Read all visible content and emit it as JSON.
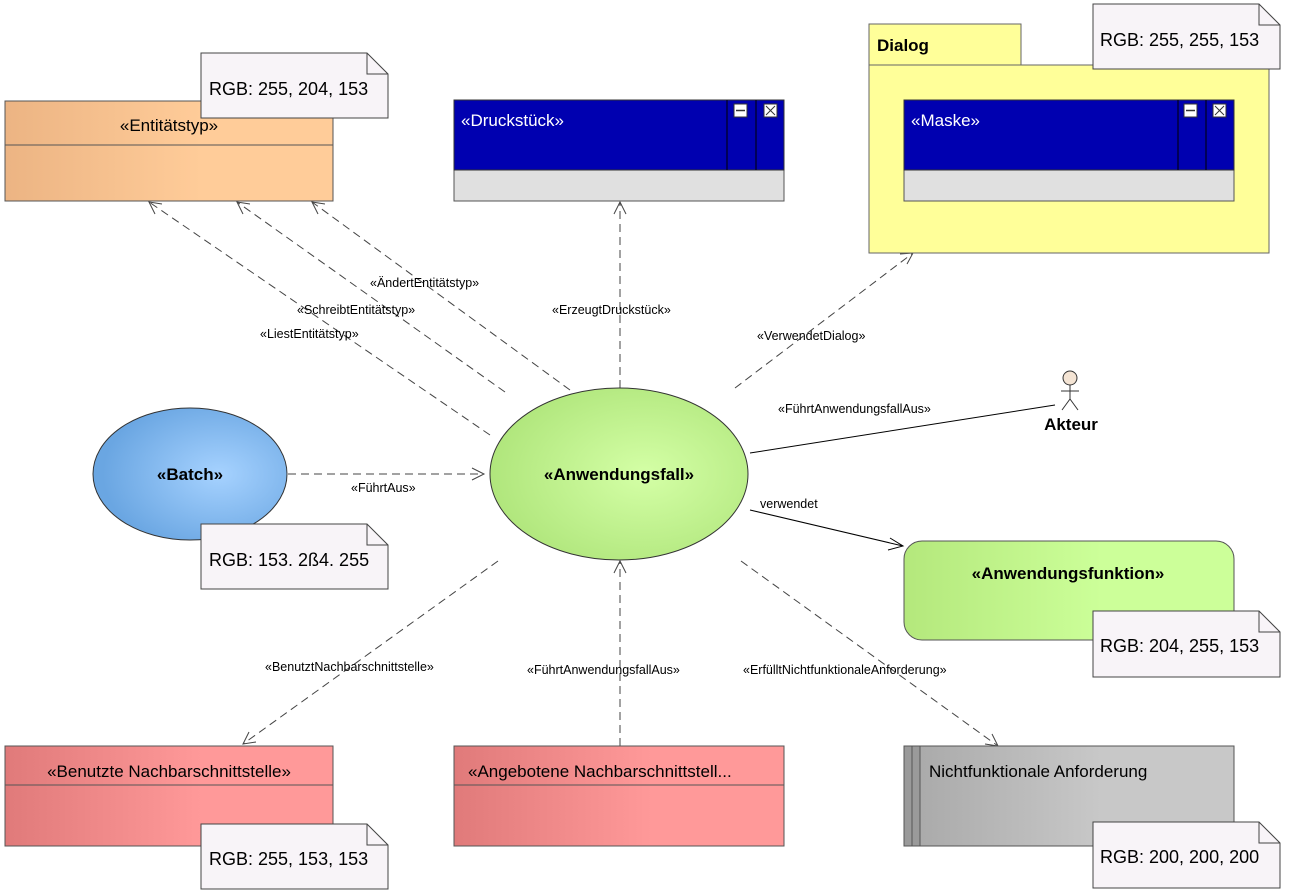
{
  "nodes": {
    "entitaetstyp": {
      "stereotype": "«Entitätstyp»"
    },
    "druckstueck": {
      "stereotype": "«Druckstück»"
    },
    "dialog": {
      "name": "Dialog"
    },
    "maske": {
      "stereotype": "«Maske»"
    },
    "batch": {
      "stereotype": "«Batch»"
    },
    "anwendungsfall": {
      "stereotype": "«Anwendungsfall»"
    },
    "akteur": {
      "name": "Akteur"
    },
    "anwendungsfunktion": {
      "stereotype": "«Anwendungsfunktion»"
    },
    "benutzte": {
      "stereotype": "«Benutzte Nachbarschnittstelle»"
    },
    "angebotene": {
      "stereotype": "«Angebotene Nachbarschnittstell..."
    },
    "nichtfunktional": {
      "name": "Nichtfunktionale Anforderung"
    }
  },
  "notes": {
    "entitaetstyp": "RGB: 255, 204, 153",
    "dialog": "RGB: 255, 255, 153",
    "batch": "RGB: 153. 2ß4. 255",
    "anwendungsfunktion": "RGB: 204, 255, 153",
    "benutzte": "RGB: 255, 153, 153",
    "nichtfunktional": "RGB: 200, 200, 200"
  },
  "edges": {
    "aendert": "«ÄndertEntitätstyp»",
    "schreibt": "«SchreibtEntitätstyp»",
    "liest": "«LiestEntitätstyp»",
    "erzeugt": "«ErzeugtDruckstück»",
    "verwendetDialog": "«VerwendetDialog»",
    "fuehrtAnwendungsfallAusAkteur": "«FührtAnwendungsfallAus»",
    "fuehrtAus": "«FührtAus»",
    "verwendet": "verwendet",
    "benutzt": "«BenutztNachbarschnittstelle»",
    "fuehrtAnwendungsfallAusAngeboten": "«FührtAnwendungsfallAus»",
    "erfuellt": "«ErfülltNichtfunktionaleAnforderung»"
  },
  "colors": {
    "entitaetstyp": "#ffcc99",
    "druckstueck": "#0000b0",
    "dialog": "#ffff99",
    "batch": "#99ccff",
    "anwendungsfall": "#ccff99",
    "anwendungsfunktion": "#ccff99",
    "nachbarschnittstelle": "#ff9999",
    "nichtfunktional": "#c8c8c8",
    "note": "#f8f4f8"
  }
}
